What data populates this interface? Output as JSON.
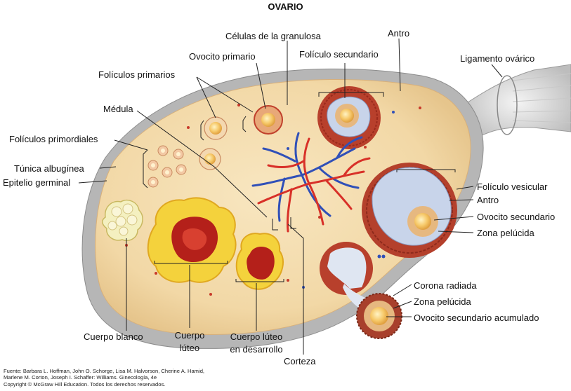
{
  "title": "OVARIO",
  "labels": {
    "celulas_granulosa": "Células de la granulosa",
    "antro_top": "Antro",
    "ovocito_primario": "Ovocito primario",
    "foliculo_secundario": "Folículo secundario",
    "ligamento_ovarico": "Ligamento ovárico",
    "foliculos_primarios": "Folículos primarios",
    "medula": "Médula",
    "foliculos_primordiales": "Folículos primordiales",
    "tunica_albuginea": "Túnica albugínea",
    "epitelio_germinal": "Epitelio germinal",
    "foliculo_vesicular": "Folículo vesicular",
    "antro_right": "Antro",
    "ovocito_secundario": "Ovocito secundario",
    "zona_pelucida_1": "Zona pelúcida",
    "corona_radiada": "Corona radiada",
    "zona_pelucida_2": "Zona pelúcida",
    "ovocito_secundario_acumulado": "Ovocito secundario acumulado",
    "cuerpo_blanco": "Cuerpo blanco",
    "cuerpo_luteo_1": "Cuerpo",
    "cuerpo_luteo_2": "lúteo",
    "cuerpo_luteo_des_1": "Cuerpo lúteo",
    "cuerpo_luteo_des_2": "en desarrollo",
    "corteza": "Corteza"
  },
  "source": {
    "line1": "Fuente: Barbara L. Hoffman, John O. Schorge, Lisa M. Halvorson, Cherine A. Hamid,",
    "line2": "Marlene M. Corton, Joseph I. Schaffer: Williams. Ginecología, 4e",
    "line3": "Copyright © McGraw Hill Education. Todos los derechos reservados."
  },
  "colors": {
    "capsule": "#b8b8b8",
    "stroma": "#f5dfb4",
    "follicle_wall": "#c0402c",
    "oocyte": "#f6c868",
    "antrum": "#c8d4ea",
    "corpus_luteum": "#f4d23c",
    "corpus_center": "#b4201a",
    "corpus_albicans": "#f2eec0",
    "artery": "#d83028",
    "vein": "#3050b8"
  }
}
